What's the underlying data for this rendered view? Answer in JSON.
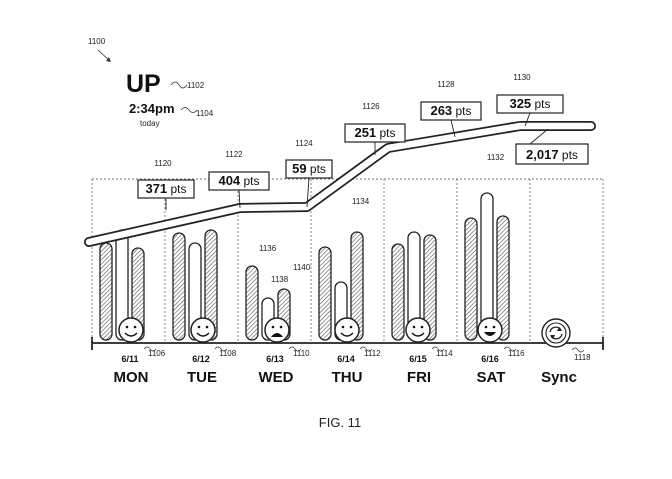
{
  "figure": {
    "ref": "1100",
    "caption": "FIG. 11"
  },
  "header": {
    "title": "UP",
    "title_ref": "1102",
    "time": "2:34pm",
    "time_ref": "1104",
    "time_sub": "today"
  },
  "days": [
    {
      "day": "MON",
      "date": "6/11",
      "ref": "1106",
      "points": "371",
      "unit": "pts",
      "callout_ref": "1120",
      "face": "smile"
    },
    {
      "day": "TUE",
      "date": "6/12",
      "ref": "1108",
      "points": "404",
      "unit": "pts",
      "callout_ref": "1122",
      "face": "smile"
    },
    {
      "day": "WED",
      "date": "6/13",
      "ref": "1110",
      "points": "59",
      "unit": "pts",
      "callout_ref": "1124",
      "face": "frown",
      "bar_refs": [
        "1136",
        "1138",
        "1140"
      ]
    },
    {
      "day": "THU",
      "date": "6/14",
      "ref": "1112",
      "points": "251",
      "unit": "pts",
      "callout_ref": "1126",
      "face": "smile"
    },
    {
      "day": "FRI",
      "date": "6/15",
      "ref": "1114",
      "points": "263",
      "unit": "pts",
      "callout_ref": "1128",
      "face": "smile"
    },
    {
      "day": "SAT",
      "date": "6/16",
      "ref": "1116",
      "points": "325",
      "unit": "pts",
      "callout_ref": "1130",
      "face": "grin"
    }
  ],
  "sync": {
    "label": "Sync",
    "ref": "1118",
    "icon": "sync-icon"
  },
  "total": {
    "points": "2,017",
    "unit": "pts",
    "ref": "1132"
  },
  "trend_line_ref": "1134"
}
